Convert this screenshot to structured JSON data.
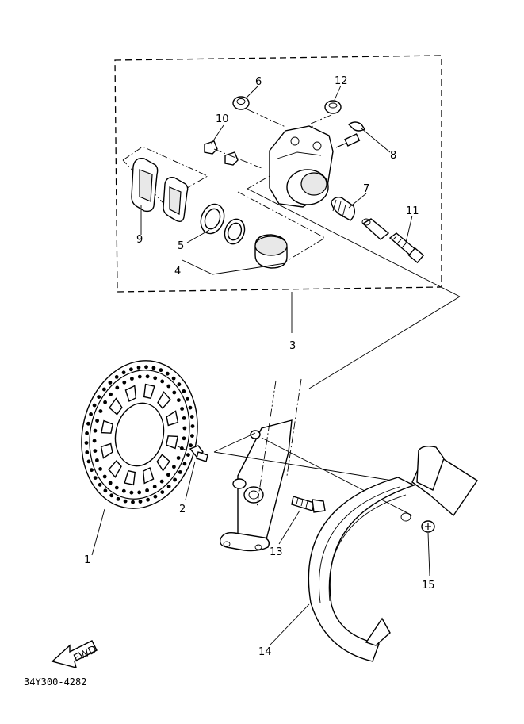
{
  "diagram": {
    "part_numbers": [
      "1",
      "2",
      "3",
      "4",
      "5",
      "6",
      "7",
      "8",
      "9",
      "10",
      "11",
      "12",
      "13",
      "14",
      "15"
    ],
    "fwd_label": "FWD",
    "drawing_code": "34Y300-4282"
  }
}
